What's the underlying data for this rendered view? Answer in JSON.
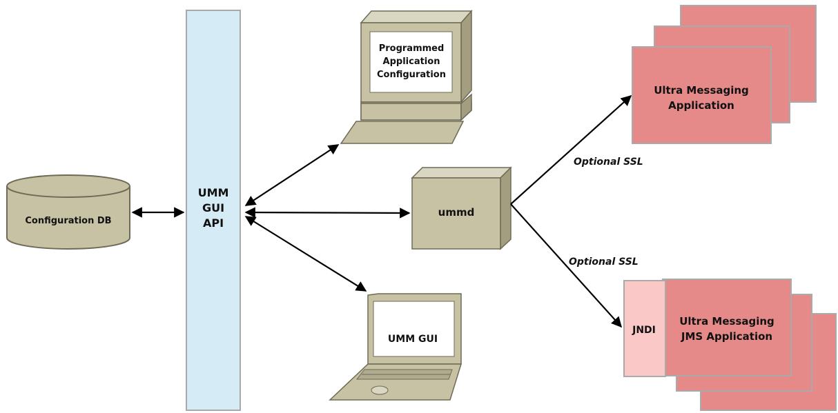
{
  "nodes": {
    "config_db": {
      "label": "Configuration DB"
    },
    "api_bar": {
      "lines": [
        "UMM",
        "GUI",
        "API"
      ]
    },
    "desktop": {
      "lines": [
        "Programmed",
        "Application",
        "Configuration"
      ]
    },
    "ummd": {
      "label": "ummd"
    },
    "laptop": {
      "label": "UMM GUI"
    },
    "um_app": {
      "lines": [
        "Ultra Messaging",
        "Application"
      ]
    },
    "jms_app": {
      "lines": [
        "Ultra Messaging",
        "JMS Application"
      ]
    },
    "jndi": {
      "label": "JNDI"
    }
  },
  "edges": {
    "ssl_top": "Optional SSL",
    "ssl_bottom": "Optional SSL"
  },
  "colors": {
    "api_fill": "#d5ebf5",
    "api_stroke": "#a8a8a8",
    "khaki_fill": "#c7c2a4",
    "khaki_dark": "#a39e80",
    "khaki_stroke": "#6d6a55",
    "pink_fill": "#e68a89",
    "pink_stroke": "#aaaaaa",
    "jndi_fill": "#fbc8c8",
    "arrow": "#000000"
  }
}
